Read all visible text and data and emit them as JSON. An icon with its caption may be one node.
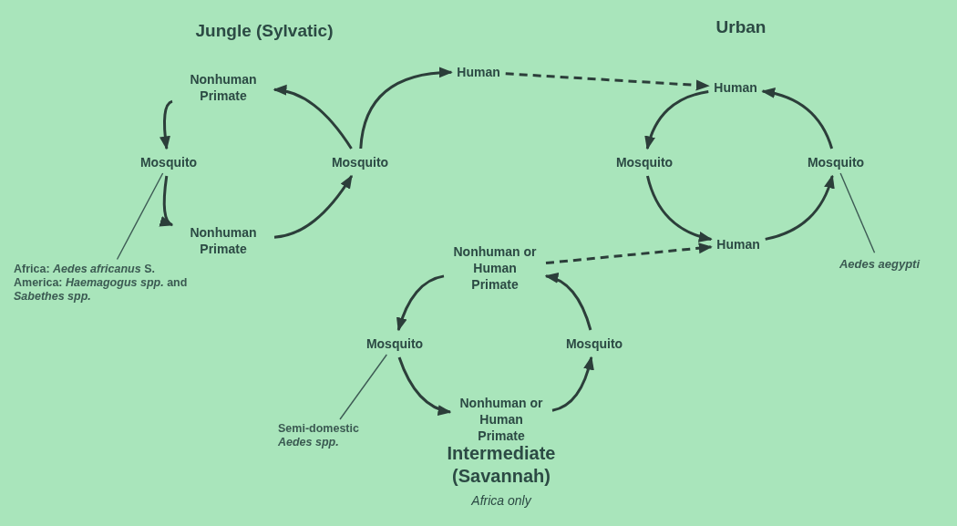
{
  "diagram": {
    "nodes": [
      {
        "text": [
          "Nonhuman Primate"
        ]
      },
      {
        "text": [
          "Mosquito"
        ]
      },
      {
        "text": [
          "Nonhuman Primate"
        ]
      },
      {
        "text": [
          "Mosquito"
        ]
      },
      {
        "text": [
          "Human"
        ]
      },
      {
        "text": [
          "Human"
        ]
      },
      {
        "text": [
          "Mosquito"
        ]
      },
      {
        "text": [
          "Mosquito"
        ]
      },
      {
        "text": [
          "Human"
        ]
      },
      {
        "text": [
          "Nonhuman or Human Primate"
        ]
      },
      {
        "text": [
          "Mosquito"
        ]
      },
      {
        "text": [
          "Mosquito"
        ]
      },
      {
        "text": [
          "Nonhuman or Human Primate"
        ]
      },
      {
        "text": [
          "Africa: *Aedes africanus* S. America: *Haemagogus spp.* and *Sabethes spp.*"
        ]
      },
      {
        "text": [
          "Aedes aegypti"
        ]
      },
      {
        "text": [
          "Semi-domestic *Aedes spp.*"
        ]
      }
    ],
    "edges": [
      {
        "from": 0,
        "to": 1,
        "arrow": "to"
      },
      {
        "from": 1,
        "to": 2,
        "arrow": "to"
      },
      {
        "from": 2,
        "to": 3,
        "arrow": "to"
      },
      {
        "from": 3,
        "to": 0,
        "arrow": "to"
      },
      {
        "from": 3,
        "to": 4,
        "arrow": "to"
      },
      {
        "from": 4,
        "to": 5,
        "arrow": "to",
        "style": "dashed"
      },
      {
        "from": 5,
        "to": 6,
        "arrow": "to"
      },
      {
        "from": 6,
        "to": 8,
        "arrow": "to"
      },
      {
        "from": 8,
        "to": 7,
        "arrow": "to"
      },
      {
        "from": 7,
        "to": 5,
        "arrow": "to"
      },
      {
        "from": 9,
        "to": 8,
        "arrow": "to",
        "style": "dashed"
      },
      {
        "from": 9,
        "to": 10,
        "arrow": "to"
      },
      {
        "from": 10,
        "to": 12,
        "arrow": "to"
      },
      {
        "from": 12,
        "to": 11,
        "arrow": "to"
      },
      {
        "from": 11,
        "to": 9,
        "arrow": "to"
      },
      {
        "from": 13,
        "to": 1,
        "arrow": "none"
      },
      {
        "from": 14,
        "to": 7,
        "arrow": "none"
      },
      {
        "from": 15,
        "to": 10,
        "arrow": "none"
      }
    ],
    "labels": [
      "Jungle (Sylvatic)",
      "Urban",
      "Intermediate (Savannah)",
      "Africa only"
    ]
  }
}
